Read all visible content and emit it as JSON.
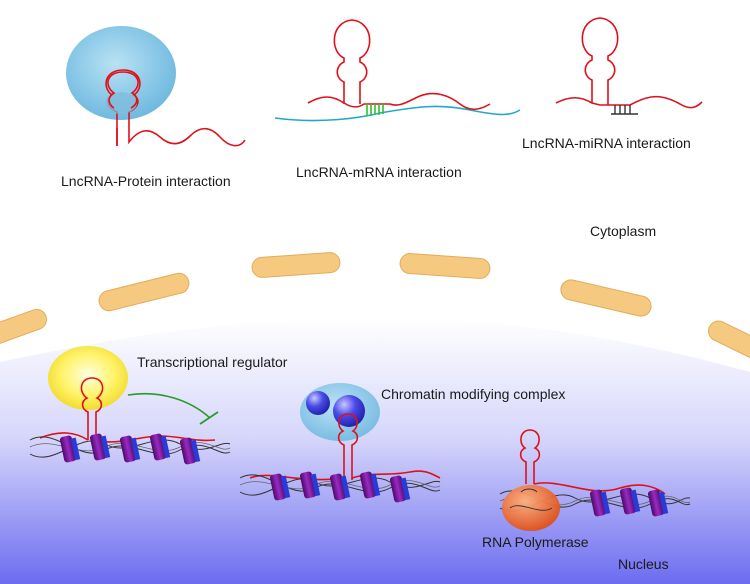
{
  "labels": {
    "protein_interaction": "LncRNA-Protein interaction",
    "mrna_interaction": "LncRNA-mRNA interaction",
    "mirna_interaction": "LncRNA-miRNA interaction",
    "cytoplasm": "Cytoplasm",
    "transcriptional_regulator": "Transcriptional regulator",
    "chromatin_complex": "Chromatin modifying complex",
    "rna_polymerase": "RNA Polymerase",
    "nucleus": "Nucleus"
  },
  "colors": {
    "rna": "#e0101a",
    "mrna": "#20a8c8",
    "pairing_green": "#30c030",
    "pairing_dark": "#333333",
    "protein_blue": "#8ccbe6",
    "membrane": "#f5c97f",
    "nucleus_top": "#ffffff",
    "nucleus_bottom": "#6c6cf0",
    "regulator_yellow": "#fff25a",
    "inhibit_green": "#2a9a2a",
    "histone_purple": "#7a1a9a",
    "histone_blue": "#2a3ad8",
    "polymerase_orange": "#f06a2a"
  }
}
